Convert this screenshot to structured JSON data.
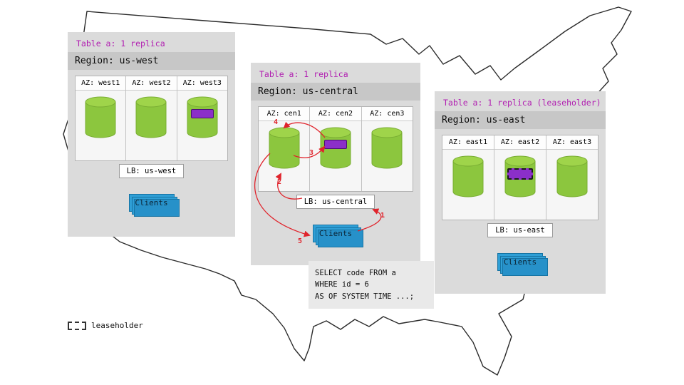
{
  "diagram": {
    "legend_label": "leaseholder",
    "sql_query_lines": [
      "SELECT code FROM a",
      "WHERE id = 6",
      "AS OF SYSTEM TIME ...;"
    ],
    "flow_steps": [
      "1",
      "2",
      "3",
      "4",
      "5"
    ],
    "colors": {
      "replica_purple": "#8b2fc9",
      "cylinder_green": "#8cc63e",
      "clients_blue": "#2f9fd6",
      "arrow_red": "#e0242c",
      "table_label_magenta": "#b11fb1"
    },
    "regions": [
      {
        "id": "us-west",
        "table_label": "Table a: 1 replica",
        "region_label": "Region: us-west",
        "azs": [
          "AZ: west1",
          "AZ: west2",
          "AZ: west3"
        ],
        "lb_label": "LB: us-west",
        "clients_label": "Clients"
      },
      {
        "id": "us-central",
        "table_label": "Table a: 1 replica",
        "region_label": "Region: us-central",
        "azs": [
          "AZ: cen1",
          "AZ: cen2",
          "AZ: cen3"
        ],
        "lb_label": "LB: us-central",
        "clients_label": "Clients"
      },
      {
        "id": "us-east",
        "table_label": "Table a: 1 replica (leaseholder)",
        "region_label": "Region: us-east",
        "azs": [
          "AZ: east1",
          "AZ: east2",
          "AZ: east3"
        ],
        "lb_label": "LB: us-east",
        "clients_label": "Clients"
      }
    ]
  }
}
